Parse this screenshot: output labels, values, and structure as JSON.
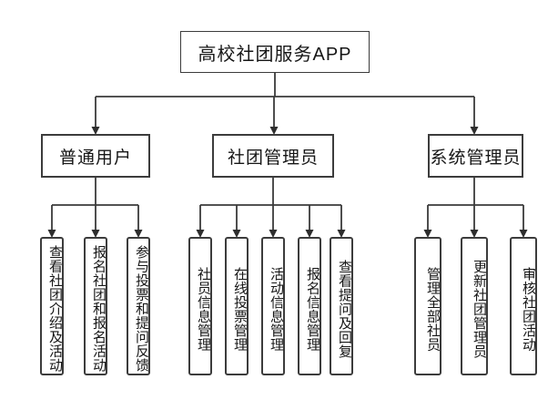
{
  "diagram": {
    "title": "高校社团服务APP",
    "root": {
      "label": "高校社团服务APP"
    },
    "branches": [
      {
        "label": "普通用户",
        "children": [
          "查看社团介绍及活动",
          "报名社团和报名活动",
          "参与投票和提问反馈"
        ]
      },
      {
        "label": "社团管理员",
        "children": [
          "社员信息管理",
          "在线投票管理",
          "活动信息管理",
          "报名信息管理",
          "查看提问及回复"
        ]
      },
      {
        "label": "系统管理员",
        "children": [
          "管理全部社员",
          "更新社团管理员",
          "审核社团活动"
        ]
      }
    ],
    "colors": {
      "line": "#3a3a3a",
      "border": "#3c3c3c",
      "background": "#ffffff",
      "text": "#161616"
    }
  }
}
